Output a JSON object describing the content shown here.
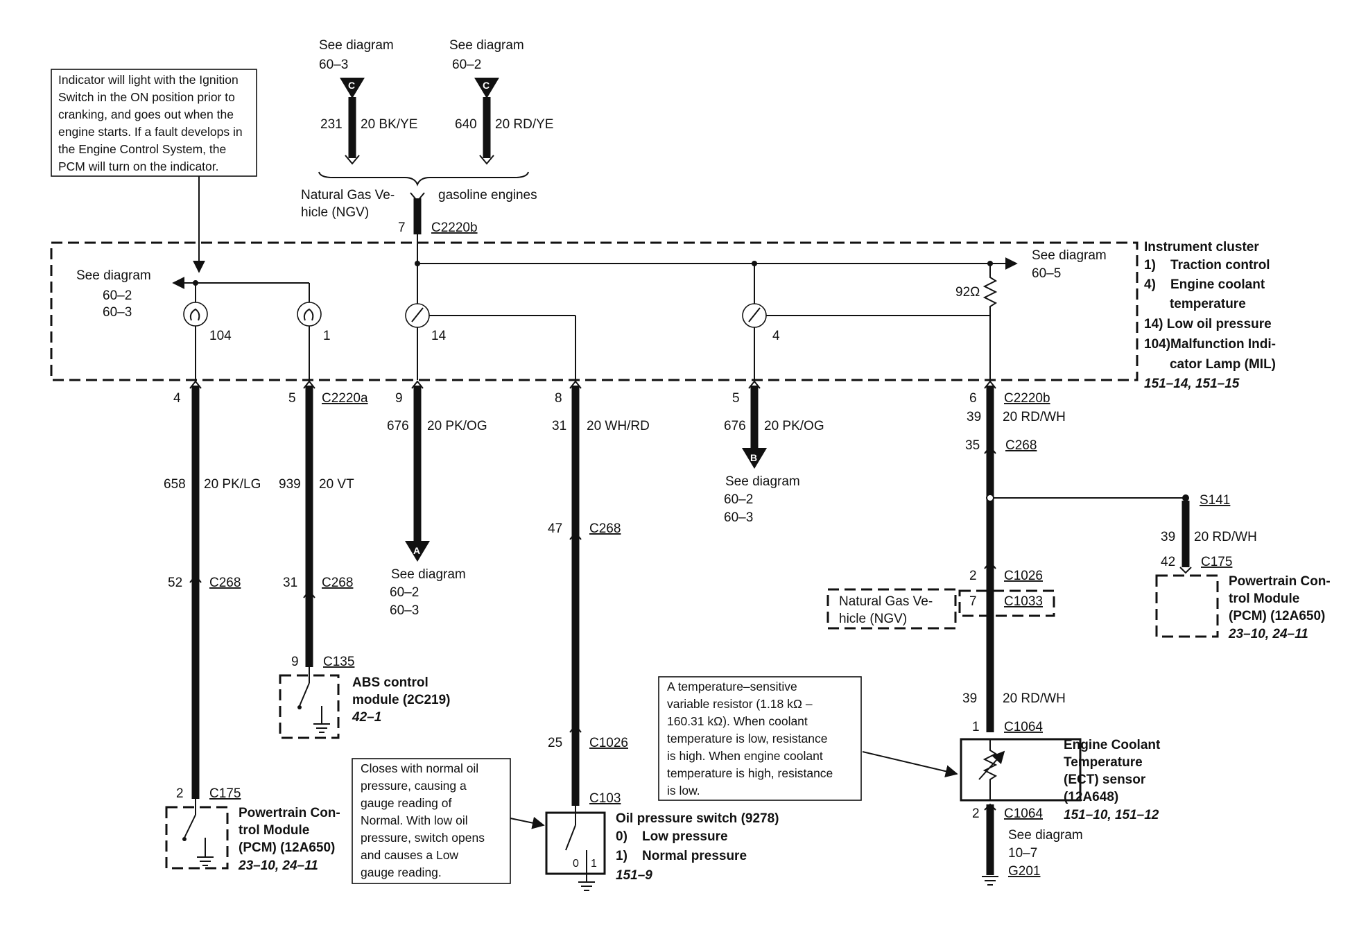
{
  "notes": {
    "indicator": [
      "Indicator will light with the Ignition",
      "Switch in the ON position prior to",
      "cranking, and goes out when the",
      "engine starts.  If a fault develops in",
      "the Engine Control System, the",
      "PCM will turn on the indicator."
    ],
    "oil_switch": [
      "Closes with normal oil",
      "pressure, causing a",
      "gauge reading of",
      "Normal.  With  low oil",
      "pressure, switch opens",
      "and causes a Low",
      "gauge reading."
    ],
    "ect": [
      "A temperature–sensitive",
      "variable resistor (1.18 kΩ –",
      "160.31 kΩ).  When coolant",
      "temperature is low, resistance",
      "is high.  When engine coolant",
      "temperature is high, resistance",
      "is low."
    ]
  },
  "top": {
    "see1": "See diagram",
    "see1_ref": "60–3",
    "see2": "See diagram",
    "see2_ref": "60–2",
    "c_letter": "C",
    "w231": "231",
    "w231_spec": "20 BK/YE",
    "w640": "640",
    "w640_spec": "20 RD/YE",
    "ngv_line1": "Natural Gas Ve-",
    "ngv_line2": "hicle (NGV)",
    "gasoline": "gasoline engines",
    "pin7": "7",
    "c2220b": "C2220b"
  },
  "cluster": {
    "title": "Instrument cluster",
    "items": [
      "1)    Traction control",
      "4)    Engine coolant",
      "       temperature",
      "14) Low oil pressure",
      "104)Malfunction Indi-",
      "       cator Lamp (MIL)"
    ],
    "refs": "151–14, 151–15",
    "see_left": "See diagram",
    "see_left_ref1": "60–2",
    "see_left_ref2": "60–3",
    "see_right": "See diagram",
    "see_right_ref": "60–5",
    "res": "92Ω",
    "lbl104": "104",
    "lbl1": "1",
    "lbl14": "14",
    "lbl4": "4"
  },
  "circuits": {
    "pin4": "4",
    "pin5": "5",
    "c2220a": "C2220a",
    "pin9": "9",
    "pin8": "8",
    "pin5b": "5",
    "pin6": "6",
    "c2220b": "C2220b",
    "w658": "658",
    "w658_spec": "20 PK/LG",
    "w939": "939",
    "w939_spec": "20 VT",
    "w676a": "676",
    "w676a_spec": "20 PK/OG",
    "w31": "31",
    "w31_spec": "20 WH/RD",
    "w676b": "676",
    "w676b_spec": "20 PK/OG",
    "w39a": "39",
    "w39a_spec": "20 RD/WH",
    "pin35": "35",
    "c268a": "C268",
    "pin52": "52",
    "c268b": "C268",
    "pin31": "31",
    "c268c": "C268",
    "pin47": "47",
    "c268d": "C268",
    "connA": "A",
    "connB": "B",
    "seeA": "See diagram",
    "seeA_ref1": "60–2",
    "seeA_ref2": "60–3",
    "seeB": "See diagram",
    "seeB_ref1": "60–2",
    "seeB_ref2": "60–3",
    "s141": "S141",
    "w39b": "39",
    "w39b_spec": "20 RD/WH",
    "pin42": "42",
    "c175a": "C175",
    "pin2a": "2",
    "c1026a": "C1026",
    "pin7b": "7",
    "c1033": "C1033",
    "ngv2_line1": "Natural Gas Ve-",
    "ngv2_line2": "hicle (NGV)",
    "w39c": "39",
    "w39c_spec": "20 RD/WH",
    "pin1": "1",
    "c1064a": "C1064",
    "pin2b": "2",
    "c1064b": "C1064",
    "see_g": "See diagram",
    "see_g_ref": "10–7",
    "g201": "G201",
    "pin9b": "9",
    "c135": "C135",
    "pin2c": "2",
    "c175b": "C175",
    "pin25": "25",
    "c1026b": "C1026",
    "c103": "C103"
  },
  "components": {
    "abs": [
      "ABS control",
      "module (2C219)"
    ],
    "abs_ref": "42–1",
    "pcm_left": [
      "Powertrain Con-",
      "trol Module",
      "(PCM) (12A650)"
    ],
    "pcm_left_ref": "23–10, 24–11",
    "pcm_right": [
      "Powertrain Con-",
      "trol Module",
      "(PCM) (12A650)"
    ],
    "pcm_right_ref": "23–10, 24–11",
    "oil": [
      "Oil pressure switch (9278)",
      "0)    Low pressure",
      "1)    Normal pressure"
    ],
    "oil_ref": "151–9",
    "oil_pos0": "0",
    "oil_pos1": "1",
    "ect": [
      "Engine Coolant",
      "Temperature",
      "(ECT) sensor",
      "(12A648)"
    ],
    "ect_ref": "151–10, 151–12"
  }
}
